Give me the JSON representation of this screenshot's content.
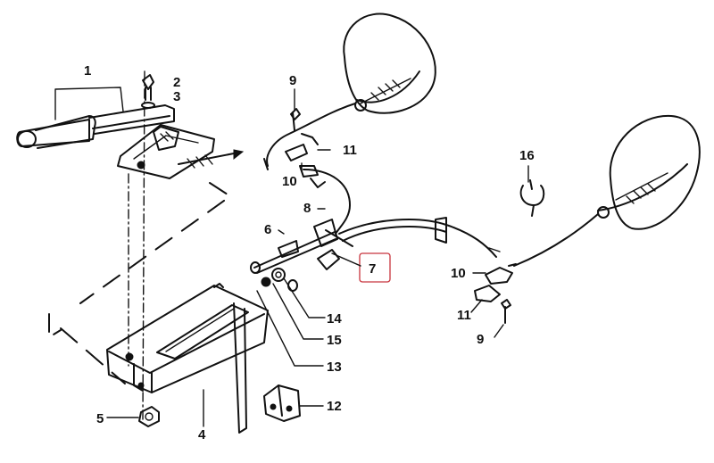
{
  "diagram": {
    "callouts": [
      {
        "id": "c1",
        "label": "1"
      },
      {
        "id": "c2",
        "label": "2"
      },
      {
        "id": "c3",
        "label": "3"
      },
      {
        "id": "c4",
        "label": "4"
      },
      {
        "id": "c5",
        "label": "5"
      },
      {
        "id": "c6",
        "label": "6"
      },
      {
        "id": "c7",
        "label": "7"
      },
      {
        "id": "c8",
        "label": "8"
      },
      {
        "id": "c9a",
        "label": "9"
      },
      {
        "id": "c9b",
        "label": "9"
      },
      {
        "id": "c10a",
        "label": "10"
      },
      {
        "id": "c10b",
        "label": "10"
      },
      {
        "id": "c11a",
        "label": "11"
      },
      {
        "id": "c11b",
        "label": "11"
      },
      {
        "id": "c12",
        "label": "12"
      },
      {
        "id": "c13",
        "label": "13"
      },
      {
        "id": "c14",
        "label": "14"
      },
      {
        "id": "c15",
        "label": "15"
      },
      {
        "id": "c16",
        "label": "16"
      }
    ],
    "highlight": {
      "label": "7",
      "color": "#c8343d"
    }
  }
}
